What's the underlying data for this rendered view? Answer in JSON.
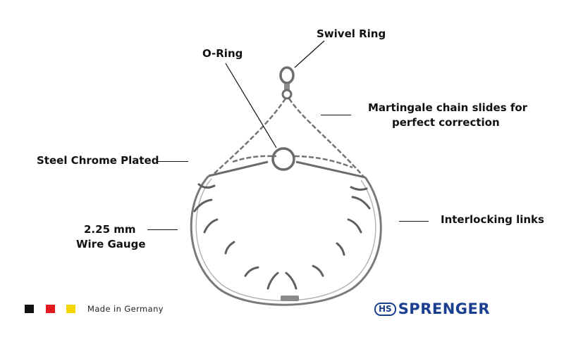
{
  "labels": {
    "swivel_ring": "Swivel Ring",
    "o_ring": "O-Ring",
    "martingale_line1": "Martingale chain slides for",
    "martingale_line2": "perfect correction",
    "steel": "Steel Chrome Plated",
    "interlocking": "Interlocking links",
    "gauge_line1": "2.25 mm",
    "gauge_line2": "Wire Gauge"
  },
  "footer": {
    "made_in": "Made in Germany",
    "flag_colors": [
      "#111111",
      "#e2191f",
      "#f6d600"
    ],
    "brand_badge": "HS",
    "brand_name": "SPRENGER",
    "brand_color": "#1b3f8f"
  }
}
